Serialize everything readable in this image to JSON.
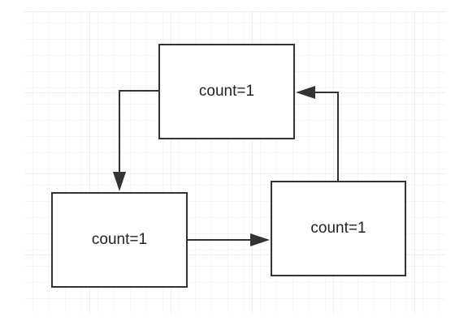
{
  "colors": {
    "grid": "#e6e6e6",
    "stroke": "#333333",
    "text": "#222222",
    "background": "#ffffff"
  },
  "nodes": {
    "top": {
      "label": "count=1"
    },
    "left": {
      "label": "count=1"
    },
    "right": {
      "label": "count=1"
    }
  },
  "edges": [
    {
      "from": "top",
      "to": "left"
    },
    {
      "from": "left",
      "to": "right"
    },
    {
      "from": "right",
      "to": "top"
    }
  ]
}
